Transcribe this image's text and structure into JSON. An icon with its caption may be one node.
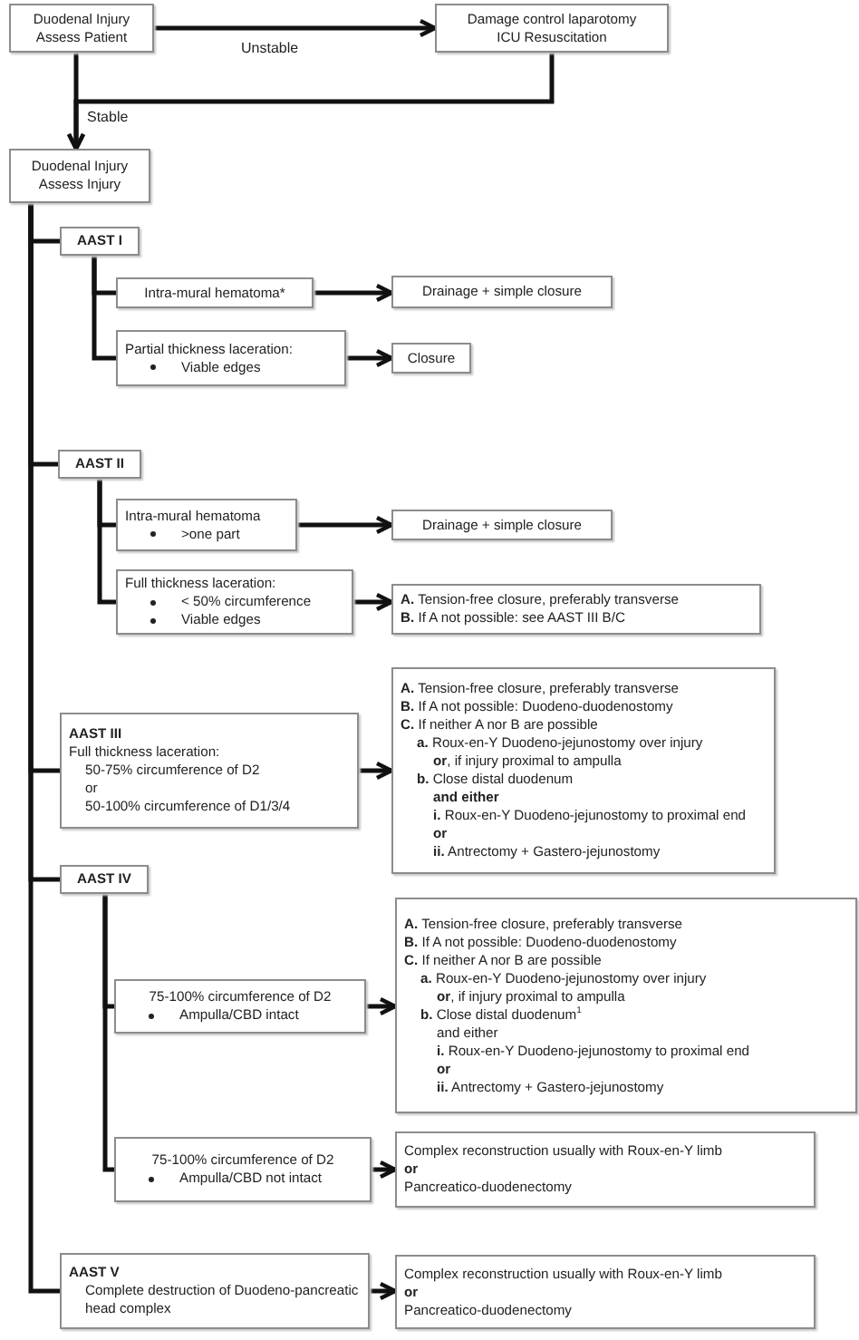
{
  "diagram": {
    "nodes": [
      {
        "text": [
          "Duodenal Injury",
          "Assess Patient"
        ]
      },
      {
        "text": [
          "Damage control laparotomy",
          "ICU Resuscitation"
        ]
      },
      {
        "text": [
          "Duodenal Injury",
          "Assess Injury"
        ]
      },
      {
        "text": [
          "AAST I"
        ]
      },
      {
        "text": [
          "Intra-mural hematoma*"
        ]
      },
      {
        "text": [
          "Drainage + simple closure"
        ]
      },
      {
        "text": [
          "Partial thickness laceration:",
          "Viable edges"
        ]
      },
      {
        "text": [
          "Closure"
        ]
      },
      {
        "text": [
          "AAST II"
        ]
      },
      {
        "text": [
          "Intra-mural hematoma",
          ">one part"
        ]
      },
      {
        "text": [
          "Drainage + simple closure"
        ]
      },
      {
        "text": [
          "Full thickness laceration:",
          "< 50% circumference",
          "Viable edges"
        ]
      },
      {
        "text": [
          "**A.** Tension-free closure, preferably transverse",
          "**B.** If A not possible: see AAST III B/C"
        ]
      },
      {
        "text": [
          "AAST III",
          "Full thickness laceration:",
          "50-75% circumference of D2",
          "or",
          "50-100% circumference of D1/3/4"
        ]
      },
      {
        "text": [
          "**A.** Tension-free closure, preferably transverse",
          "**B.** If A not possible: Duodeno-duodenostomy",
          "**C.** If neither A nor B are possible",
          "**a.** Roux-en-Y Duodeno-jejunostomy over injury",
          "**or**, if injury proximal to ampulla",
          "**b.** Close distal duodenum",
          "and either",
          "**i.** Roux-en-Y Duodeno-jejunostomy to proximal end",
          "or",
          "**ii.** Antrectomy + Gastero-jejunostomy"
        ]
      },
      {
        "text": [
          "AAST IV"
        ]
      },
      {
        "text": [
          "75-100% circumference of D2",
          "Ampulla/CBD intact"
        ]
      },
      {
        "text": [
          "**A.** Tension-free closure, preferably transverse",
          "**B.** If A not possible: Duodeno-duodenostomy",
          "**C.** If neither A nor B are possible",
          "**a.** Roux-en-Y Duodeno-jejunostomy over injury",
          "**or**, if injury proximal to ampulla",
          "**b.** Close distal duodenum$^{1}$",
          "and either",
          "**i.** Roux-en-Y Duodeno-jejunostomy to proximal end",
          "or",
          "**ii.** Antrectomy + Gastero-jejunostomy"
        ]
      },
      {
        "text": [
          "75-100% circumference of D2",
          "Ampulla/CBD not intact"
        ]
      },
      {
        "text": [
          "Complex reconstruction usually with Roux-en-Y limb",
          "or",
          "Pancreatico-duodenectomy"
        ]
      },
      {
        "text": [
          "AAST V",
          "Complete destruction of Duodeno-pancreatic head complex"
        ]
      },
      {
        "text": [
          "Complex reconstruction usually with Roux-en-Y limb",
          "or",
          "Pancreatico-duodenectomy"
        ]
      }
    ],
    "edges": [
      {
        "from": 0,
        "to": 1,
        "arrow": "to",
        "label": "Unstable"
      },
      {
        "from": 0,
        "to": 2,
        "arrow": "to"
      },
      {
        "from": 1,
        "to": 2,
        "arrow": "to",
        "label": "Stable"
      },
      {
        "from": 2,
        "to": 3,
        "arrow": "none"
      },
      {
        "from": 2,
        "to": 8,
        "arrow": "none"
      },
      {
        "from": 2,
        "to": 13,
        "arrow": "none"
      },
      {
        "from": 2,
        "to": 15,
        "arrow": "none"
      },
      {
        "from": 2,
        "to": 20,
        "arrow": "none"
      },
      {
        "from": 3,
        "to": 4,
        "arrow": "none"
      },
      {
        "from": 3,
        "to": 6,
        "arrow": "none"
      },
      {
        "from": 4,
        "to": 5,
        "arrow": "to"
      },
      {
        "from": 6,
        "to": 7,
        "arrow": "to"
      },
      {
        "from": 8,
        "to": 9,
        "arrow": "none"
      },
      {
        "from": 8,
        "to": 11,
        "arrow": "none"
      },
      {
        "from": 9,
        "to": 10,
        "arrow": "to"
      },
      {
        "from": 11,
        "to": 12,
        "arrow": "to"
      },
      {
        "from": 13,
        "to": 14,
        "arrow": "to"
      },
      {
        "from": 15,
        "to": 16,
        "arrow": "none"
      },
      {
        "from": 15,
        "to": 18,
        "arrow": "none"
      },
      {
        "from": 16,
        "to": 17,
        "arrow": "to"
      },
      {
        "from": 18,
        "to": 19,
        "arrow": "to"
      },
      {
        "from": 20,
        "to": 21,
        "arrow": "to"
      }
    ]
  }
}
